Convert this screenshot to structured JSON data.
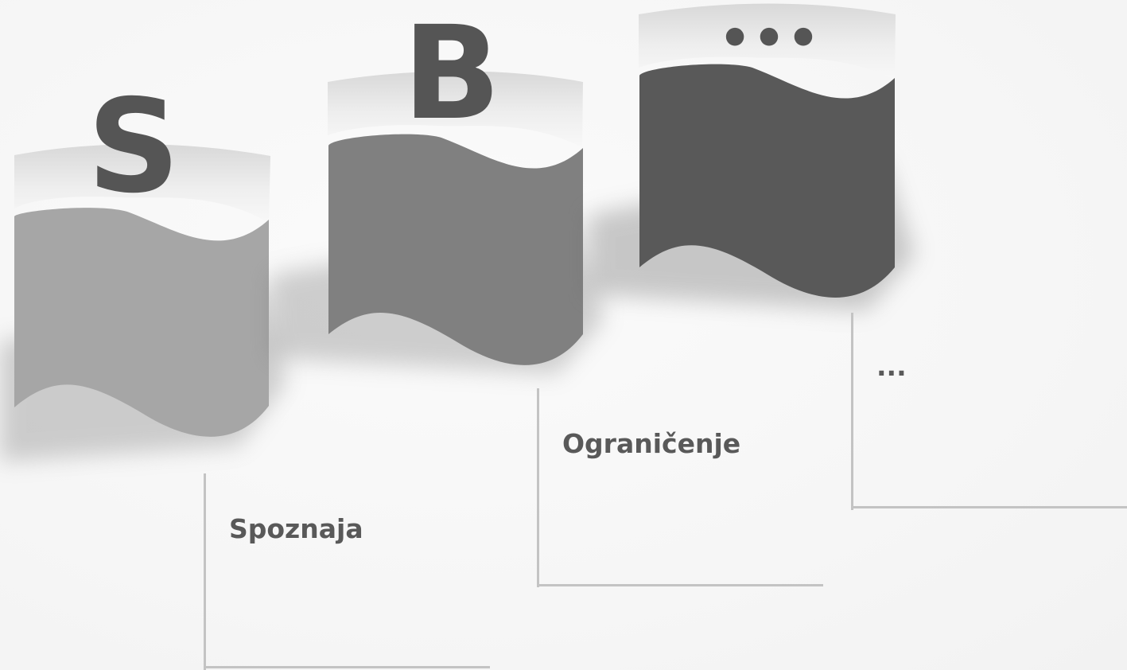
{
  "steps": [
    {
      "letter": "S",
      "label": "Spoznaja",
      "color": "#a6a6a6"
    },
    {
      "letter": "B",
      "label": "Ograničenje",
      "color": "#808080"
    },
    {
      "letter": "•••",
      "label": "...",
      "color": "#595959"
    }
  ],
  "colors": {
    "letter": "#555555",
    "line": "#c3c3c3",
    "label": "#595959",
    "fold_light": "#f4f4f4",
    "fold_dark": "#d6d6d6"
  }
}
